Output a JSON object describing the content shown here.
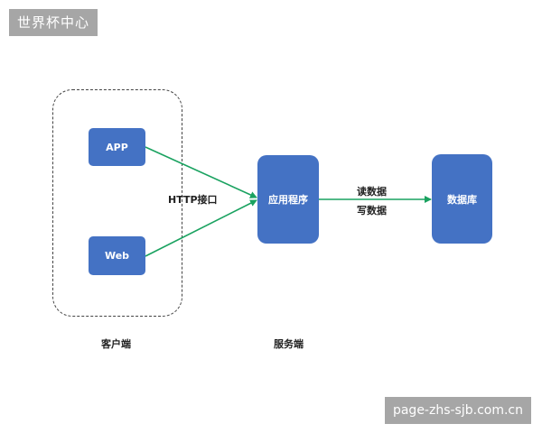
{
  "watermarks": {
    "top": "世界杯中心",
    "bottom": "page-zhs-sjb.com.cn"
  },
  "nodes": {
    "app": "APP",
    "web": "Web",
    "server": "应用程序",
    "database": "数据库"
  },
  "edges": {
    "http": "HTTP接口",
    "read": "读数据",
    "write": "写数据"
  },
  "groups": {
    "client": "客户端",
    "server": "服务端"
  },
  "colors": {
    "node_fill": "#4472c4",
    "edge": "#1aa260",
    "group_border": "#444444",
    "watermark_bg": "#a6a6a6"
  }
}
